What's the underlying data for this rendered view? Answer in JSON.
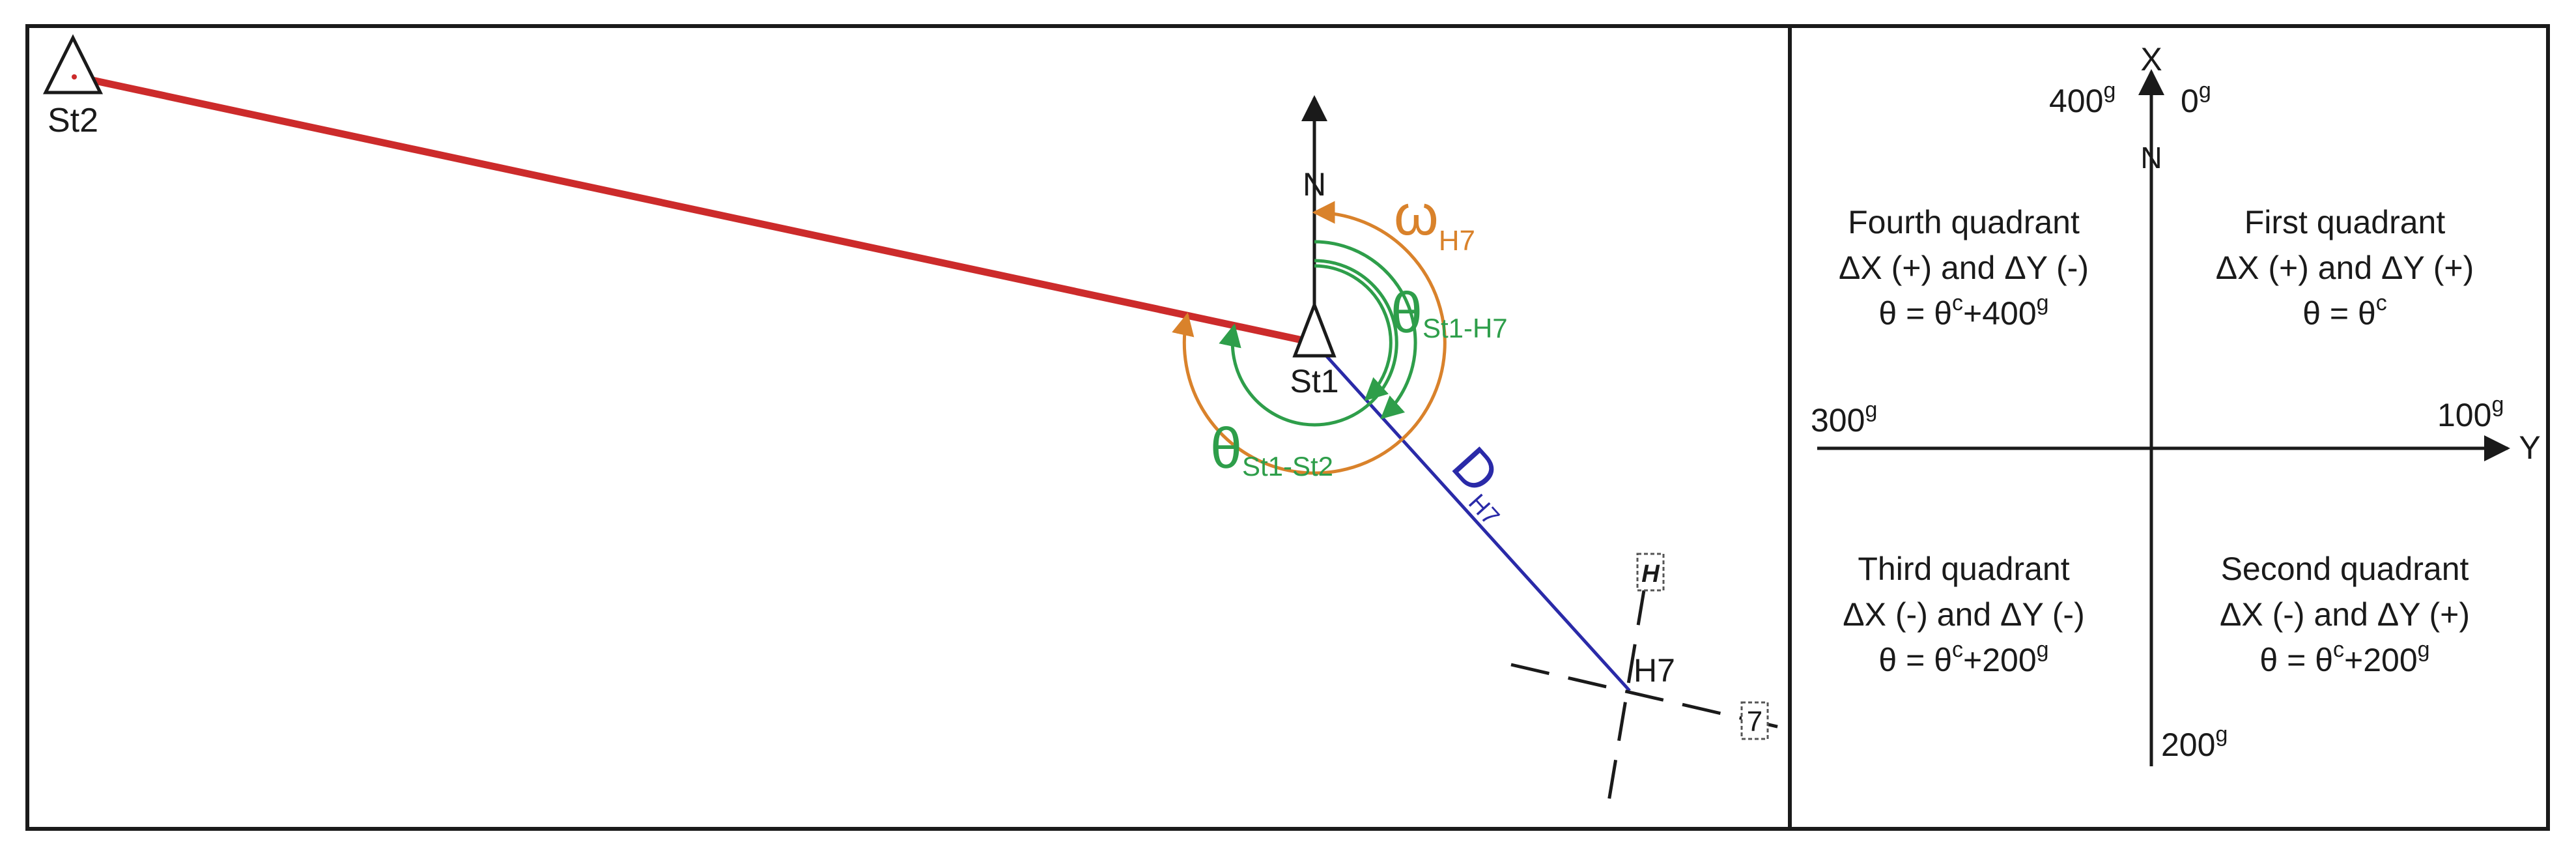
{
  "colors": {
    "frame": "#1a1a1a",
    "st2_line": "#cc2b2b",
    "distance_line": "#2a2aa8",
    "omega": "#d9822b",
    "theta": "#2e9e4a",
    "axis": "#1a1a1a"
  },
  "left_panel": {
    "station_st1": "St1",
    "station_st2": "St2",
    "north_label": "N",
    "omega_symbol": "ω",
    "omega_sub": "H7",
    "theta_h7_symbol": "θ",
    "theta_h7_sub": "St1-H7",
    "theta_st2_symbol": "θ",
    "theta_st2_sub": "St1-St2",
    "distance_symbol": "D",
    "distance_sub": "H7",
    "point_label": "H7",
    "marker_h": "H",
    "marker_7": "7"
  },
  "right_panel": {
    "x_axis": "X",
    "y_axis": "Y",
    "north": "N",
    "grad_400": "400",
    "grad_0": "0",
    "grad_100": "100",
    "grad_200": "200",
    "grad_300": "300",
    "grad_unit": "g",
    "quadrants": {
      "fourth": {
        "title": "Fourth quadrant",
        "signs": "ΔX (+) and ΔY (-)",
        "formula_base": "θ = θ",
        "formula_sup": "c",
        "formula_add": "+400",
        "formula_unit": "g"
      },
      "first": {
        "title": "First quadrant",
        "signs": "ΔX (+) and ΔY (+)",
        "formula_base": "θ = θ",
        "formula_sup": "c"
      },
      "third": {
        "title": "Third quadrant",
        "signs": "ΔX (-) and ΔY (-)",
        "formula_base": "θ = θ",
        "formula_sup": "c",
        "formula_add": "+200",
        "formula_unit": "g"
      },
      "second": {
        "title": "Second quadrant",
        "signs": "ΔX (-) and ΔY (+)",
        "formula_base": "θ = θ",
        "formula_sup": "c",
        "formula_add": "+200",
        "formula_unit": "g"
      }
    }
  }
}
